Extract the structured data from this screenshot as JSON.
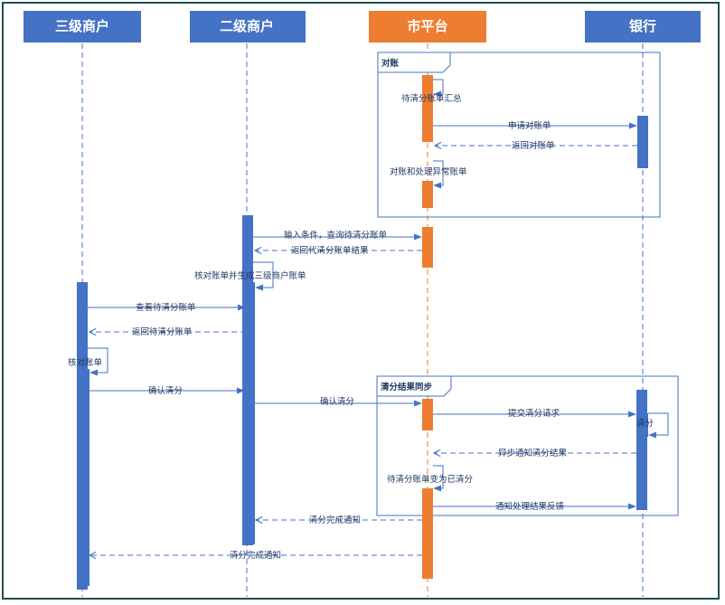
{
  "participants": [
    {
      "id": "p1",
      "label": "三级商户",
      "color": "#4472c4"
    },
    {
      "id": "p2",
      "label": "二级商户",
      "color": "#4472c4"
    },
    {
      "id": "p3",
      "label": "市平台",
      "color": "#ed7d31"
    },
    {
      "id": "p4",
      "label": "银行",
      "color": "#4472c4"
    }
  ],
  "fragments": [
    {
      "id": "f1",
      "label": "对账"
    },
    {
      "id": "f2",
      "label": "清分结果同步"
    }
  ],
  "messages": [
    {
      "id": "m1",
      "label": "待清分账单汇总"
    },
    {
      "id": "m2",
      "label": "申请对账单"
    },
    {
      "id": "m3",
      "label": "返回对账单"
    },
    {
      "id": "m4",
      "label": "对账和处理异常账单"
    },
    {
      "id": "m5",
      "label": "输入条件，查询待清分账单"
    },
    {
      "id": "m6",
      "label": "返回代清分账单结果"
    },
    {
      "id": "m7",
      "label": "核对账单并生成三级商户账单"
    },
    {
      "id": "m8",
      "label": "查看待清分账单"
    },
    {
      "id": "m9",
      "label": "返回待清分账单"
    },
    {
      "id": "m10",
      "label": "核对账单"
    },
    {
      "id": "m11",
      "label": "确认清分"
    },
    {
      "id": "m12",
      "label": "确认清分"
    },
    {
      "id": "m13",
      "label": "提交清分请求"
    },
    {
      "id": "m14",
      "label": "清分"
    },
    {
      "id": "m15",
      "label": "异步通知清分结果"
    },
    {
      "id": "m16",
      "label": "待清分账单变为已清分"
    },
    {
      "id": "m17",
      "label": "通知处理结果反馈"
    },
    {
      "id": "m18",
      "label": "清分完成通知"
    },
    {
      "id": "m19",
      "label": "清分完成通知"
    }
  ],
  "colors": {
    "blue": "#4472c4",
    "orange": "#ed7d31",
    "line": "#4472c4",
    "text": "#1f3864"
  }
}
